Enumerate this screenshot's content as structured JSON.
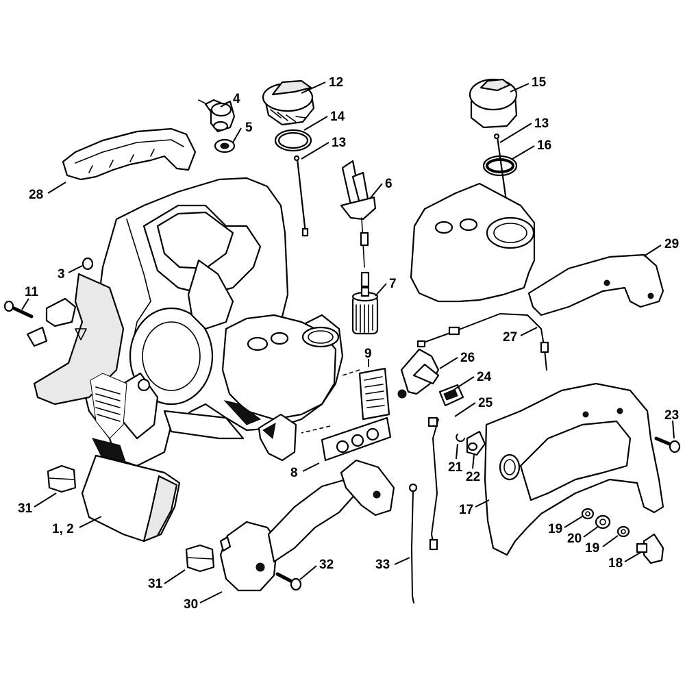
{
  "callouts": {
    "c12": "12",
    "c4": "4",
    "c14": "14",
    "c5": "5",
    "c13a": "13",
    "c15": "15",
    "c13b": "13",
    "c16": "16",
    "c28": "28",
    "c6": "6",
    "c3": "3",
    "c29": "29",
    "c11": "11",
    "c7": "7",
    "c27": "27",
    "c9": "9",
    "c26": "26",
    "c24": "24",
    "c25": "25",
    "c23": "23",
    "c8": "8",
    "c21": "21",
    "c22": "22",
    "c17": "17",
    "c31a": "31",
    "c12b": "1, 2",
    "c19a": "19",
    "c20": "20",
    "c19b": "19",
    "c18": "18",
    "c32": "32",
    "c33": "33",
    "c31b": "31",
    "c30": "30"
  }
}
